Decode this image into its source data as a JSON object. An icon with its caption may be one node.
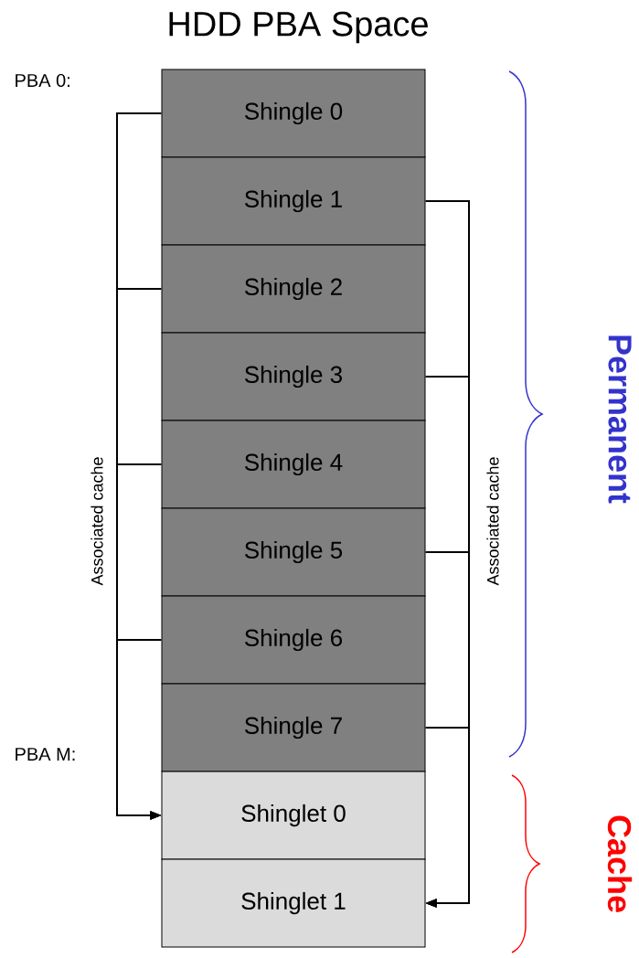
{
  "diagram": {
    "title": "HDD PBA Space",
    "nodes": [
      {
        "text": [
          "Shingle 0"
        ]
      },
      {
        "text": [
          "Shingle 1"
        ]
      },
      {
        "text": [
          "Shingle 2"
        ]
      },
      {
        "text": [
          "Shingle 3"
        ]
      },
      {
        "text": [
          "Shingle 4"
        ]
      },
      {
        "text": [
          "Shingle 5"
        ]
      },
      {
        "text": [
          "Shingle 6"
        ]
      },
      {
        "text": [
          "Shingle 7"
        ]
      },
      {
        "text": [
          "Shinglet 0"
        ]
      },
      {
        "text": [
          "Shinglet 1"
        ]
      }
    ],
    "edges": [
      {
        "from": 0,
        "to": 8,
        "arrow": "to"
      },
      {
        "from": 2,
        "to": 8,
        "arrow": "to"
      },
      {
        "from": 4,
        "to": 8,
        "arrow": "to"
      },
      {
        "from": 6,
        "to": 8,
        "arrow": "to"
      },
      {
        "from": 1,
        "to": 9,
        "arrow": "to"
      },
      {
        "from": 3,
        "to": 9,
        "arrow": "to"
      },
      {
        "from": 5,
        "to": 9,
        "arrow": "to"
      },
      {
        "from": 7,
        "to": 9,
        "arrow": "to"
      }
    ],
    "labels": [
      "PBA 0:",
      "PBA M:",
      "Associated cache",
      "Associated cache",
      "Permanent",
      "Cache"
    ]
  }
}
